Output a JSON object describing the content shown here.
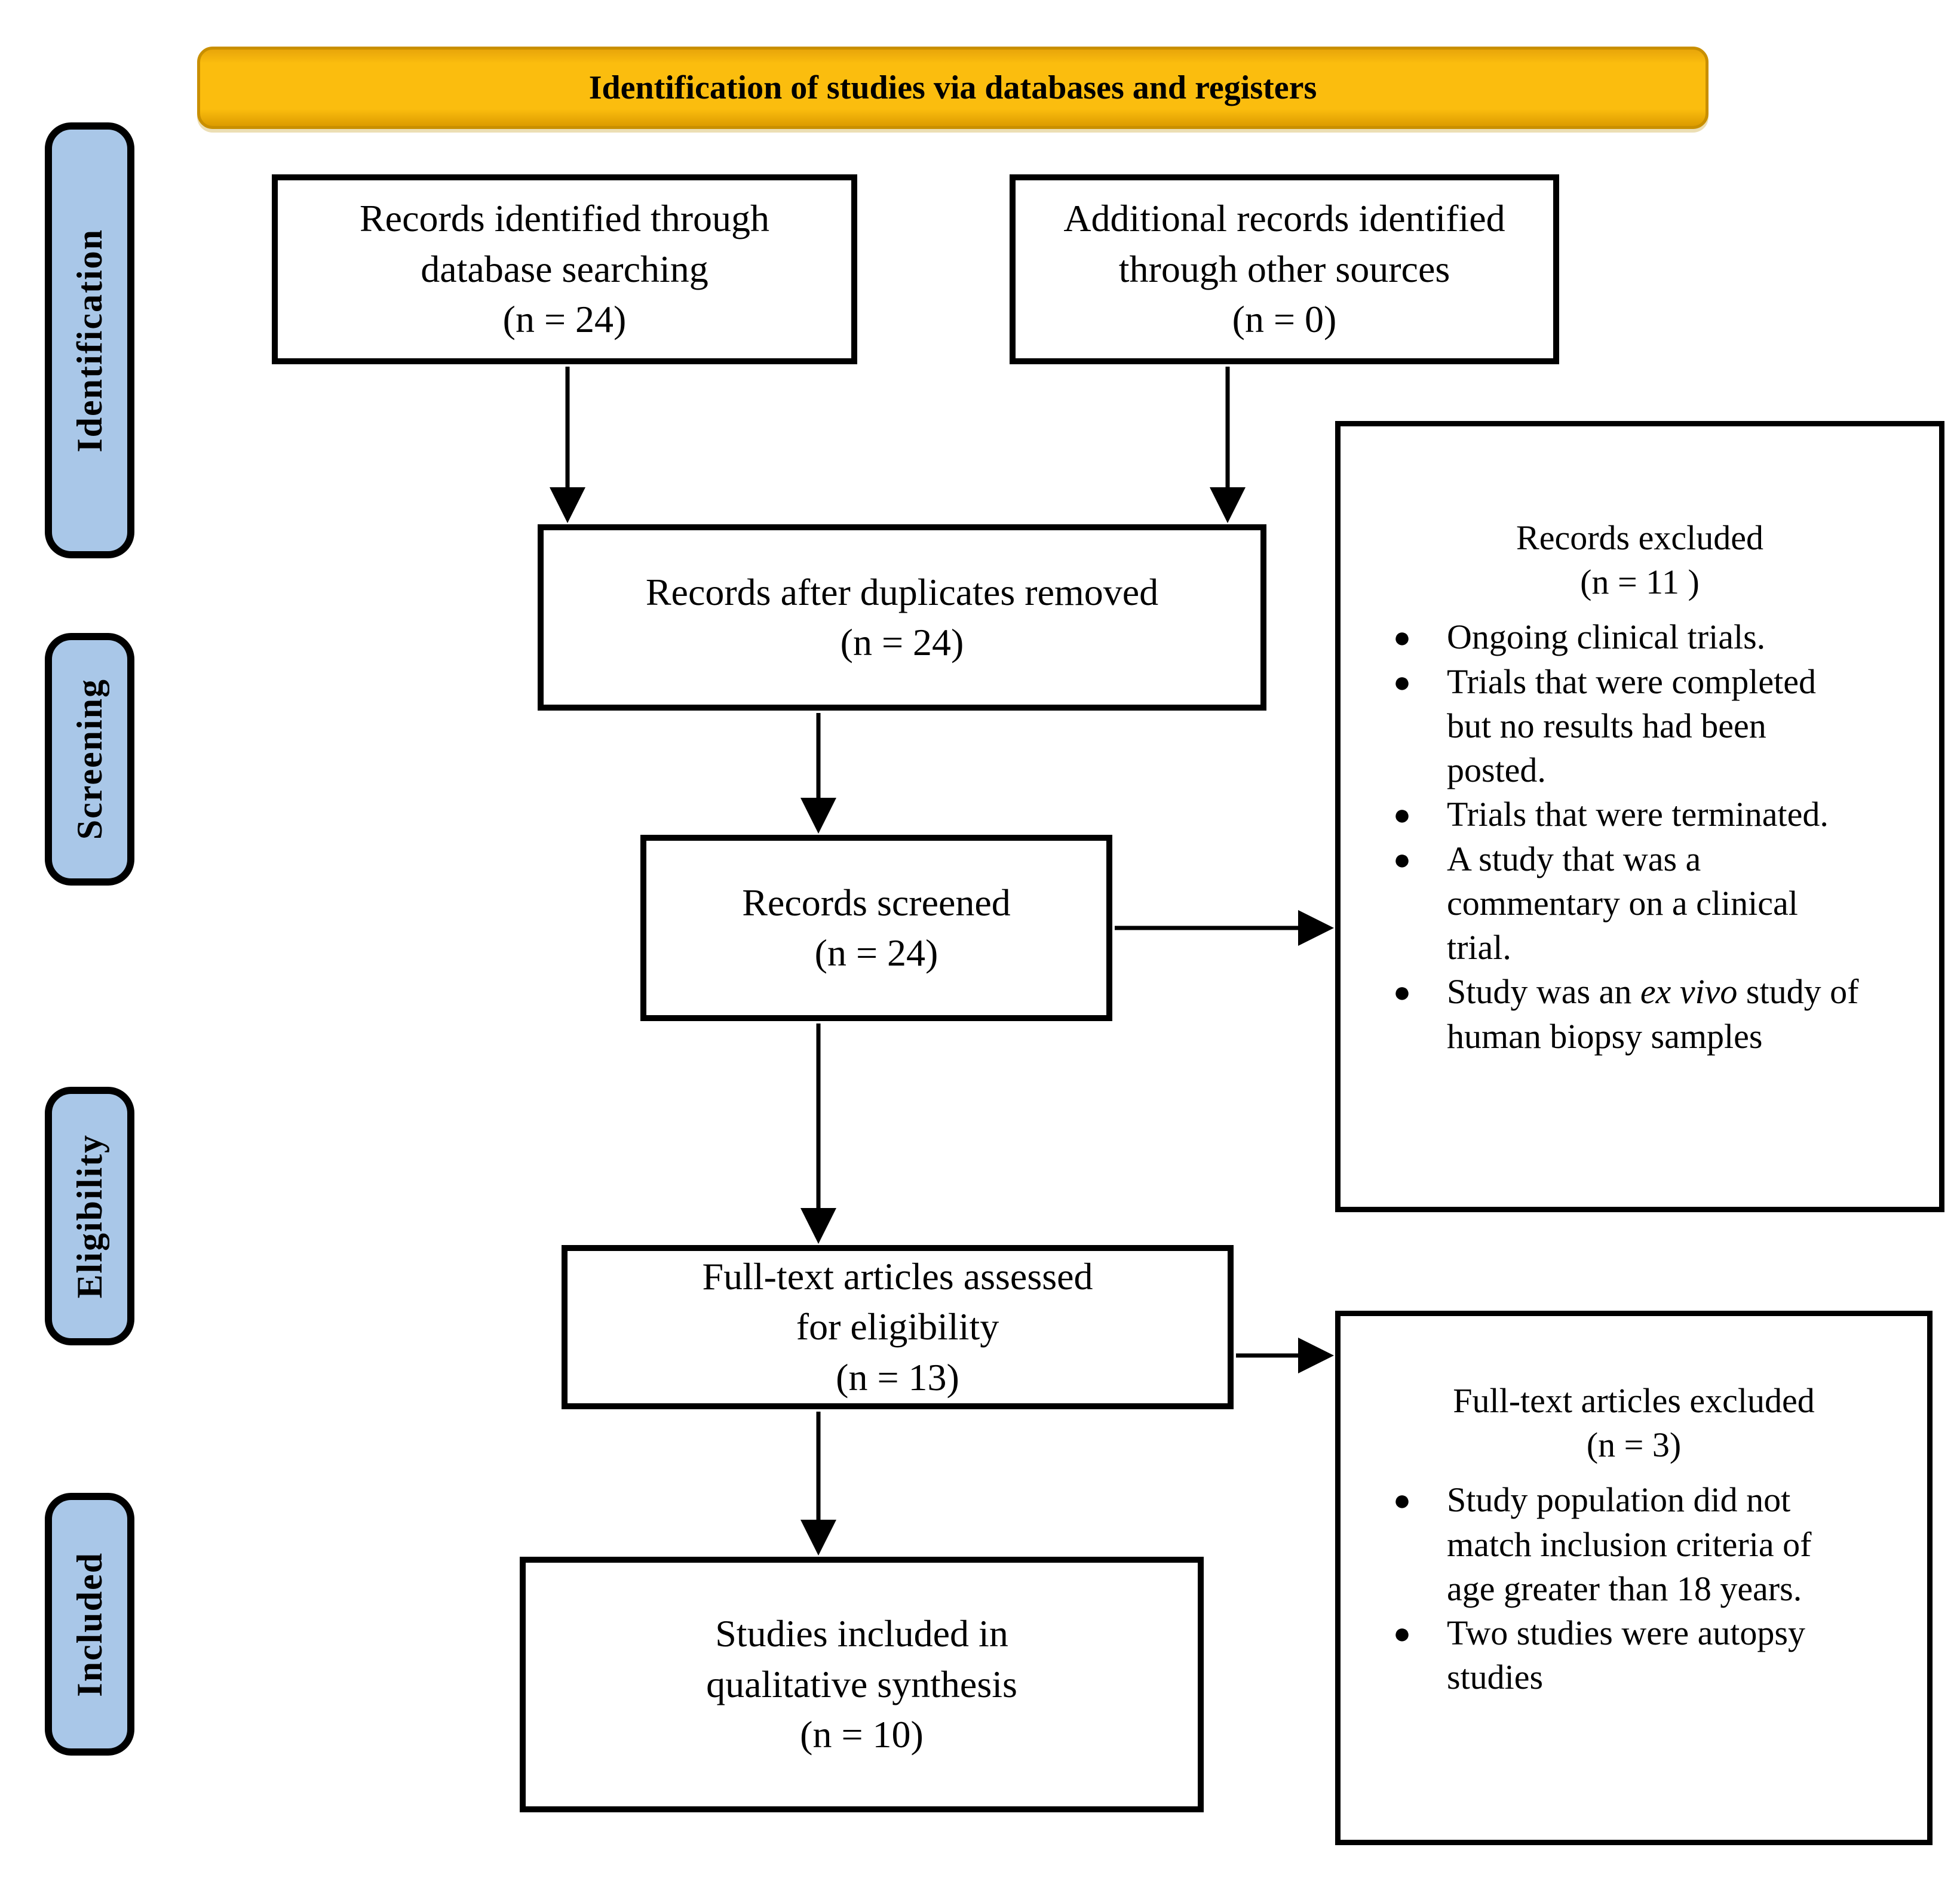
{
  "banner": {
    "title": "Identification of studies via databases and registers"
  },
  "colors": {
    "banner_bg": "#FBBD0E",
    "banner_border": "#C98F00",
    "stage_bg": "#A9C7E8",
    "line": "#000000"
  },
  "stages": [
    {
      "label": "Identification"
    },
    {
      "label": "Screening"
    },
    {
      "label": "Eligibility"
    },
    {
      "label": "Included"
    }
  ],
  "boxes": {
    "identified_db": "Records identified through\ndatabase searching\n(n = 24)",
    "identified_other": "Additional records identified\nthrough other sources\n(n = 0)",
    "after_duplicates": "Records after duplicates removed\n(n = 24)",
    "screened": "Records screened\n(n = 24)",
    "fulltext_assessed": "Full-text articles assessed\nfor eligibility\n(n = 13)",
    "included_qualitative": "Studies included in\nqualitative synthesis\n(n = 10)"
  },
  "records_excluded": {
    "title": "Records excluded\n(n = 11 )",
    "bullets": [
      [
        {
          "t": "Ongoing clinical trials."
        }
      ],
      [
        {
          "t": "Trials that were completed but no results had been posted."
        }
      ],
      [
        {
          "t": "Trials that were terminated."
        }
      ],
      [
        {
          "t": "A study that was a commentary on a clinical trial."
        }
      ],
      [
        {
          "t": "Study was an "
        },
        {
          "t": "ex vivo",
          "i": true
        },
        {
          "t": " study of human biopsy samples"
        }
      ]
    ]
  },
  "fulltext_excluded": {
    "title": "Full-text articles excluded\n(n = 3)",
    "bullets": [
      [
        {
          "t": "Study population did not match inclusion criteria of age greater than 18 years."
        }
      ],
      [
        {
          "t": "Two studies were autopsy studies"
        }
      ]
    ]
  }
}
